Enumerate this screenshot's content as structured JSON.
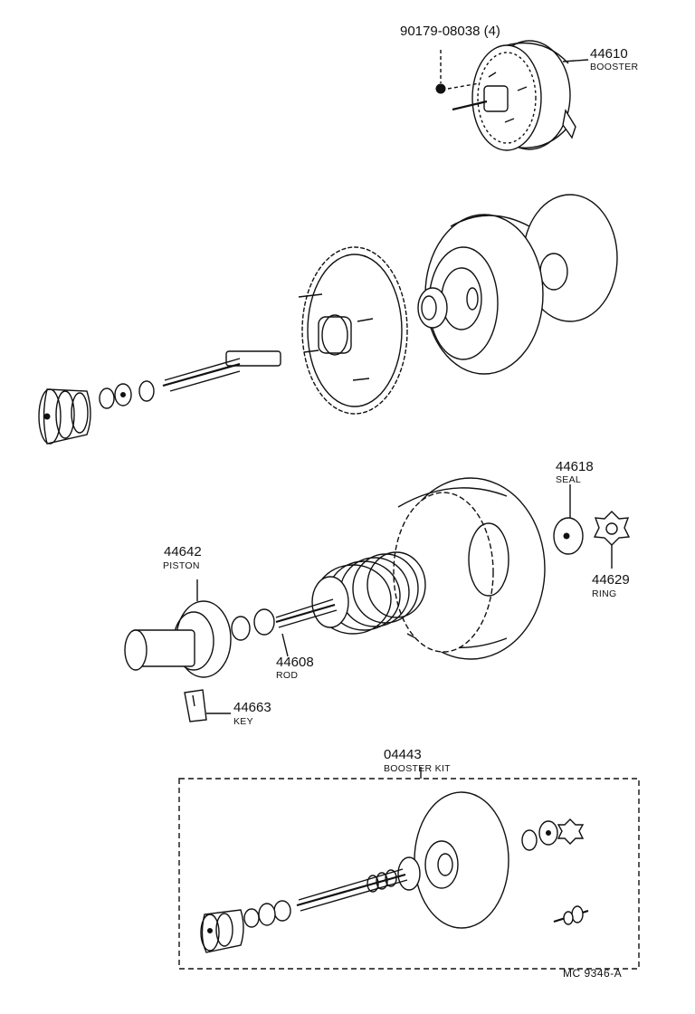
{
  "parts": {
    "bolt": {
      "number": "90179-08038 (4)"
    },
    "booster": {
      "number": "44610",
      "name": "BOOSTER"
    },
    "seal": {
      "number": "44618",
      "name": "SEAL"
    },
    "ring": {
      "number": "44629",
      "name": "RING"
    },
    "piston": {
      "number": "44642",
      "name": "PISTON"
    },
    "rod": {
      "number": "44608",
      "name": "ROD"
    },
    "key": {
      "number": "44663",
      "name": "KEY"
    },
    "kit": {
      "number": "04443",
      "name": "BOOSTER KIT"
    }
  },
  "figure_code": "MC 9346-A",
  "colors": {
    "ink": "#111111",
    "paper": "#ffffff"
  }
}
